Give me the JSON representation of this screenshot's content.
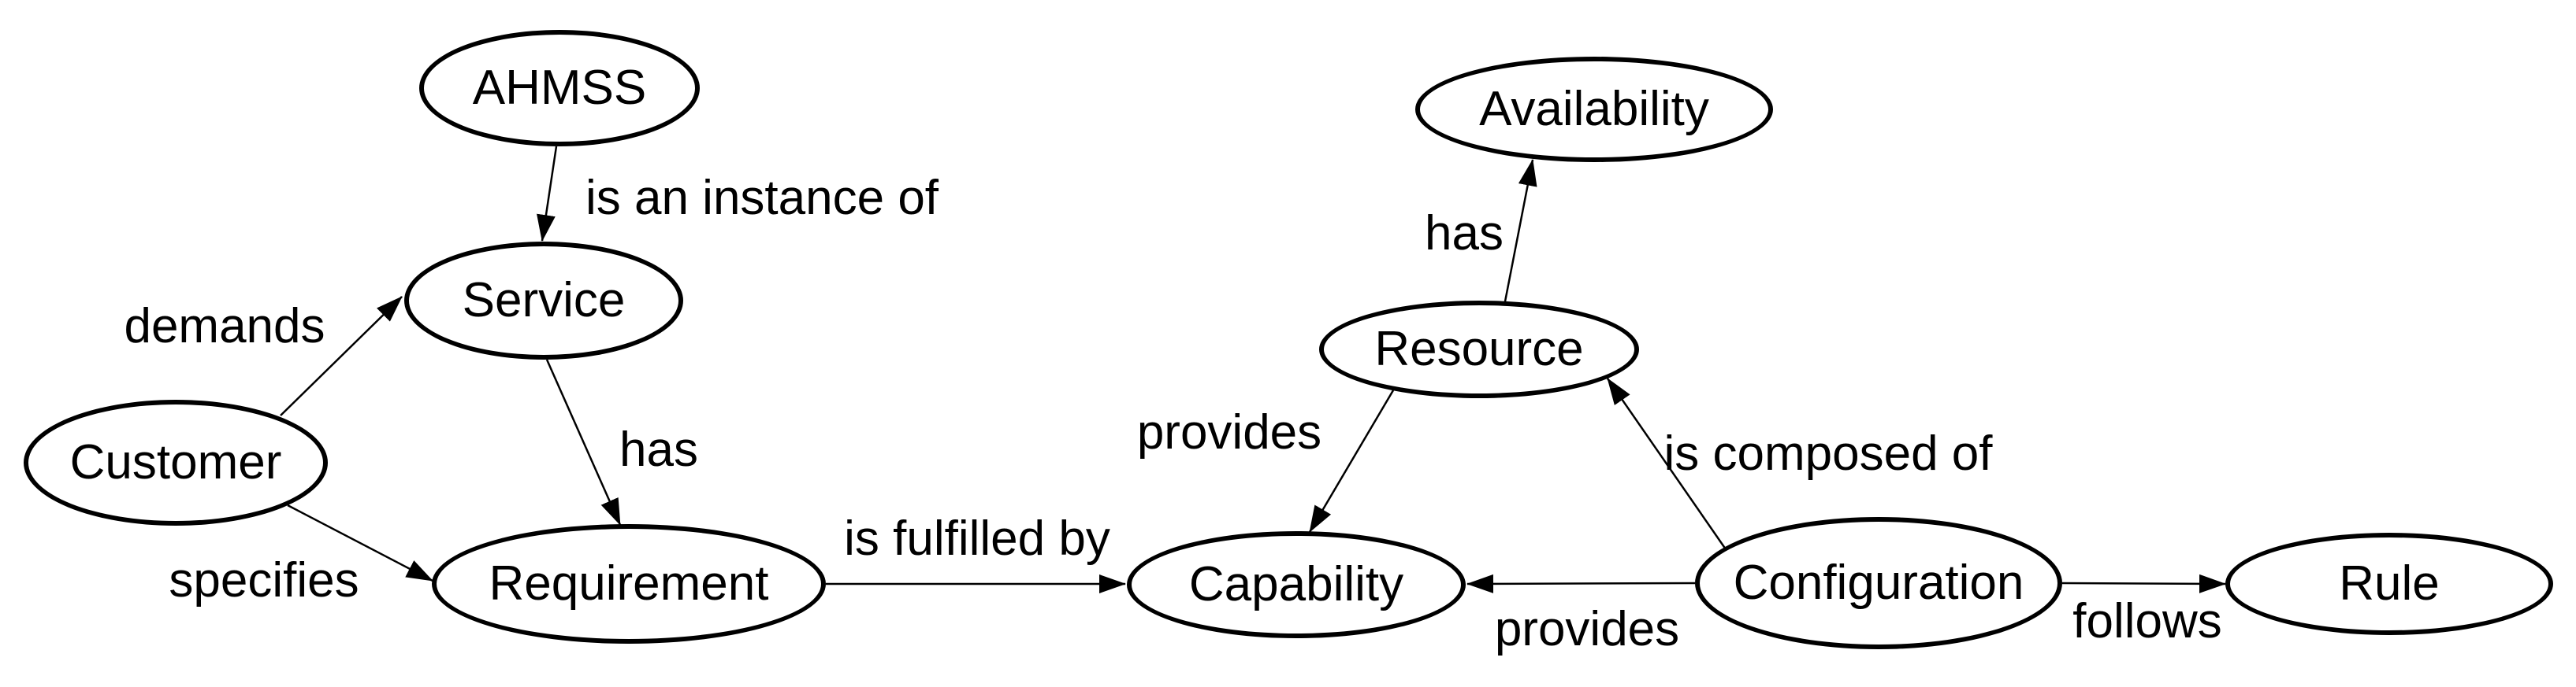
{
  "figure": {
    "type": "concept-diagram",
    "background_color": "#ffffff",
    "stroke_color": "#000000",
    "text_color": "#000000",
    "nodes": [
      {
        "id": "ahmss",
        "label": "AHMSS"
      },
      {
        "id": "service",
        "label": "Service"
      },
      {
        "id": "customer",
        "label": "Customer"
      },
      {
        "id": "requirement",
        "label": "Requirement"
      },
      {
        "id": "capability",
        "label": "Capability"
      },
      {
        "id": "resource",
        "label": "Resource"
      },
      {
        "id": "availability",
        "label": "Availability"
      },
      {
        "id": "configuration",
        "label": "Configuration"
      },
      {
        "id": "rule",
        "label": "Rule"
      }
    ],
    "edges": [
      {
        "from": "AHMSS",
        "to": "Service",
        "label": "is an instance of"
      },
      {
        "from": "Customer",
        "to": "Service",
        "label": "demands"
      },
      {
        "from": "Service",
        "to": "Requirement",
        "label": "has"
      },
      {
        "from": "Customer",
        "to": "Requirement",
        "label": "specifies"
      },
      {
        "from": "Requirement",
        "to": "Capability",
        "label": "is fulfilled by"
      },
      {
        "from": "Resource",
        "to": "Capability",
        "label": "provides"
      },
      {
        "from": "Resource",
        "to": "Availability",
        "label": "has"
      },
      {
        "from": "Configuration",
        "to": "Resource",
        "label": "is composed of"
      },
      {
        "from": "Configuration",
        "to": "Capability",
        "label": "provides"
      },
      {
        "from": "Configuration",
        "to": "Rule",
        "label": "follows"
      }
    ]
  }
}
